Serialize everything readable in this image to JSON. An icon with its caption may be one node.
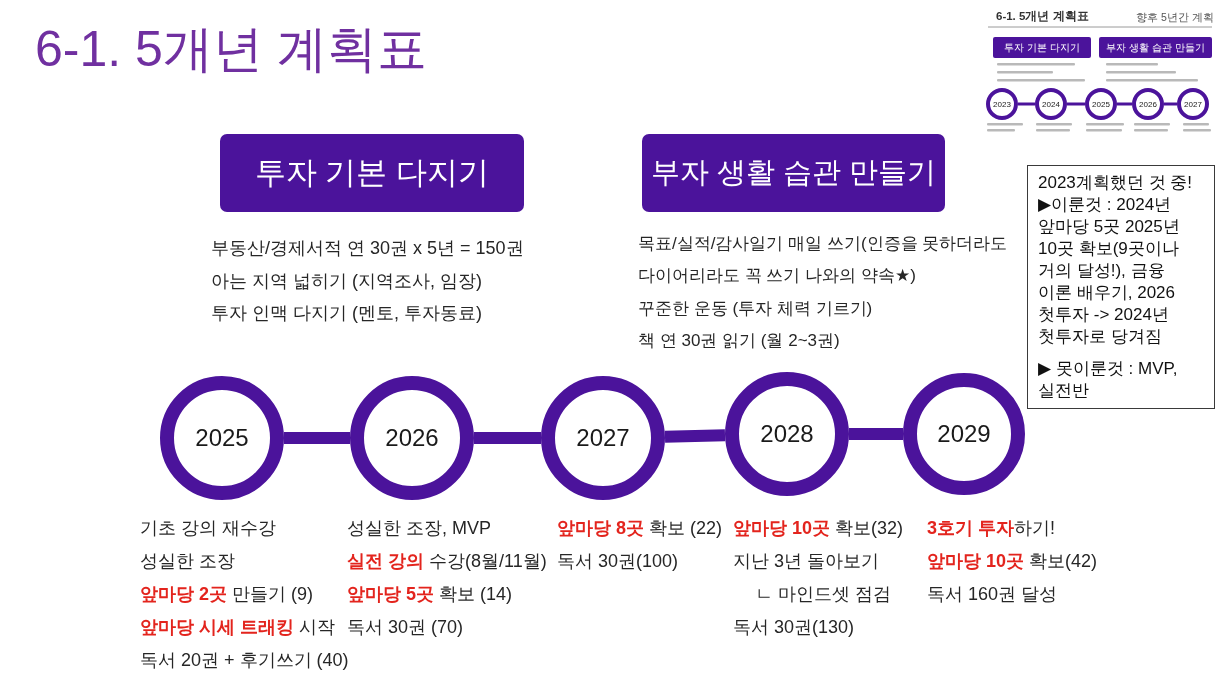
{
  "diagram": {
    "title": "6-1. 5개년 계획표",
    "nodes": [
      {
        "text": [
          "투자 기본 다지기"
        ],
        "beside": [
          "부동산/경제서적 연 30권 x 5년 = 150권",
          "아는 지역 넓히기 (지역조사, 임장)",
          "투자 인맥 다지기 (멘토, 투자동료)"
        ]
      },
      {
        "text": [
          "부자 생활 습관 만들기"
        ],
        "beside": [
          "목표/실적/감사일기 매일 쓰기(인증을 못하더라도 다이어리라도 꼭 쓰기 나와의 약속★)",
          "꾸준한 운동 (투자 체력 기르기)",
          "책 연 30권 읽기 (월 2~3권)"
        ]
      },
      {
        "text": [
          "2025"
        ],
        "beside": [
          "기초 강의 재수강",
          "성실한 조장",
          "**앞마당 2곳** 만들기 (9)",
          "**앞마당 시세 트래킹** 시작",
          "독서 20권 + 후기쓰기 (40)"
        ]
      },
      {
        "text": [
          "2026"
        ],
        "beside": [
          "성실한 조장, MVP",
          "**실전 강의** 수강(8월/11월)",
          "**앞마당 5곳** 확보 (14)",
          "독서 30권 (70)"
        ]
      },
      {
        "text": [
          "2027"
        ],
        "beside": [
          "**앞마당 8곳** 확보 (22)",
          "독서 30권(100)"
        ]
      },
      {
        "text": [
          "2028"
        ],
        "beside": [
          "**앞마당 10곳** 확보(32)",
          "지난 3년 돌아보기",
          "ㄴ 마인드셋 점검",
          "독서 30권(130)"
        ]
      },
      {
        "text": [
          "2029"
        ],
        "beside": [
          "**3호기 투자**하기!",
          "**앞마당 10곳** 확보(42)",
          "독서 160권 달성"
        ]
      },
      {
        "text": [
          "2023계획했던 것 중!",
          "▶이룬것 : 2024년 앞마당 5곳 2025년 10곳 확보(9곳이나 거의 달성!), 금융 이론 배우기, 2026 첫투자 -> 2024년 첫투자로 당겨짐",
          "▶ 못이룬것 : MVP, 실전반"
        ]
      },
      {
        "text": [
          "투자 기본 다지기"
        ]
      },
      {
        "text": [
          "부자 생활 습관 만들기"
        ]
      },
      {
        "text": [
          "2023"
        ]
      },
      {
        "text": [
          "2024"
        ]
      },
      {
        "text": [
          "2025"
        ]
      },
      {
        "text": [
          "2026"
        ]
      },
      {
        "text": [
          "2027"
        ]
      }
    ],
    "edges": [
      {
        "from": 2,
        "to": 3,
        "arrow": "none",
        "style": "thick"
      },
      {
        "from": 3,
        "to": 4,
        "arrow": "none",
        "style": "thick"
      },
      {
        "from": 4,
        "to": 5,
        "arrow": "none",
        "style": "thick"
      },
      {
        "from": 5,
        "to": 6,
        "arrow": "none",
        "style": "thick"
      },
      {
        "from": 10,
        "to": 11,
        "arrow": "none"
      },
      {
        "from": 11,
        "to": 12,
        "arrow": "none"
      },
      {
        "from": 12,
        "to": 13,
        "arrow": "none"
      },
      {
        "from": 13,
        "to": 14,
        "arrow": "none"
      }
    ],
    "labels": [
      "6-1. 5개년 계획표",
      "향후 5년간 계획"
    ]
  }
}
